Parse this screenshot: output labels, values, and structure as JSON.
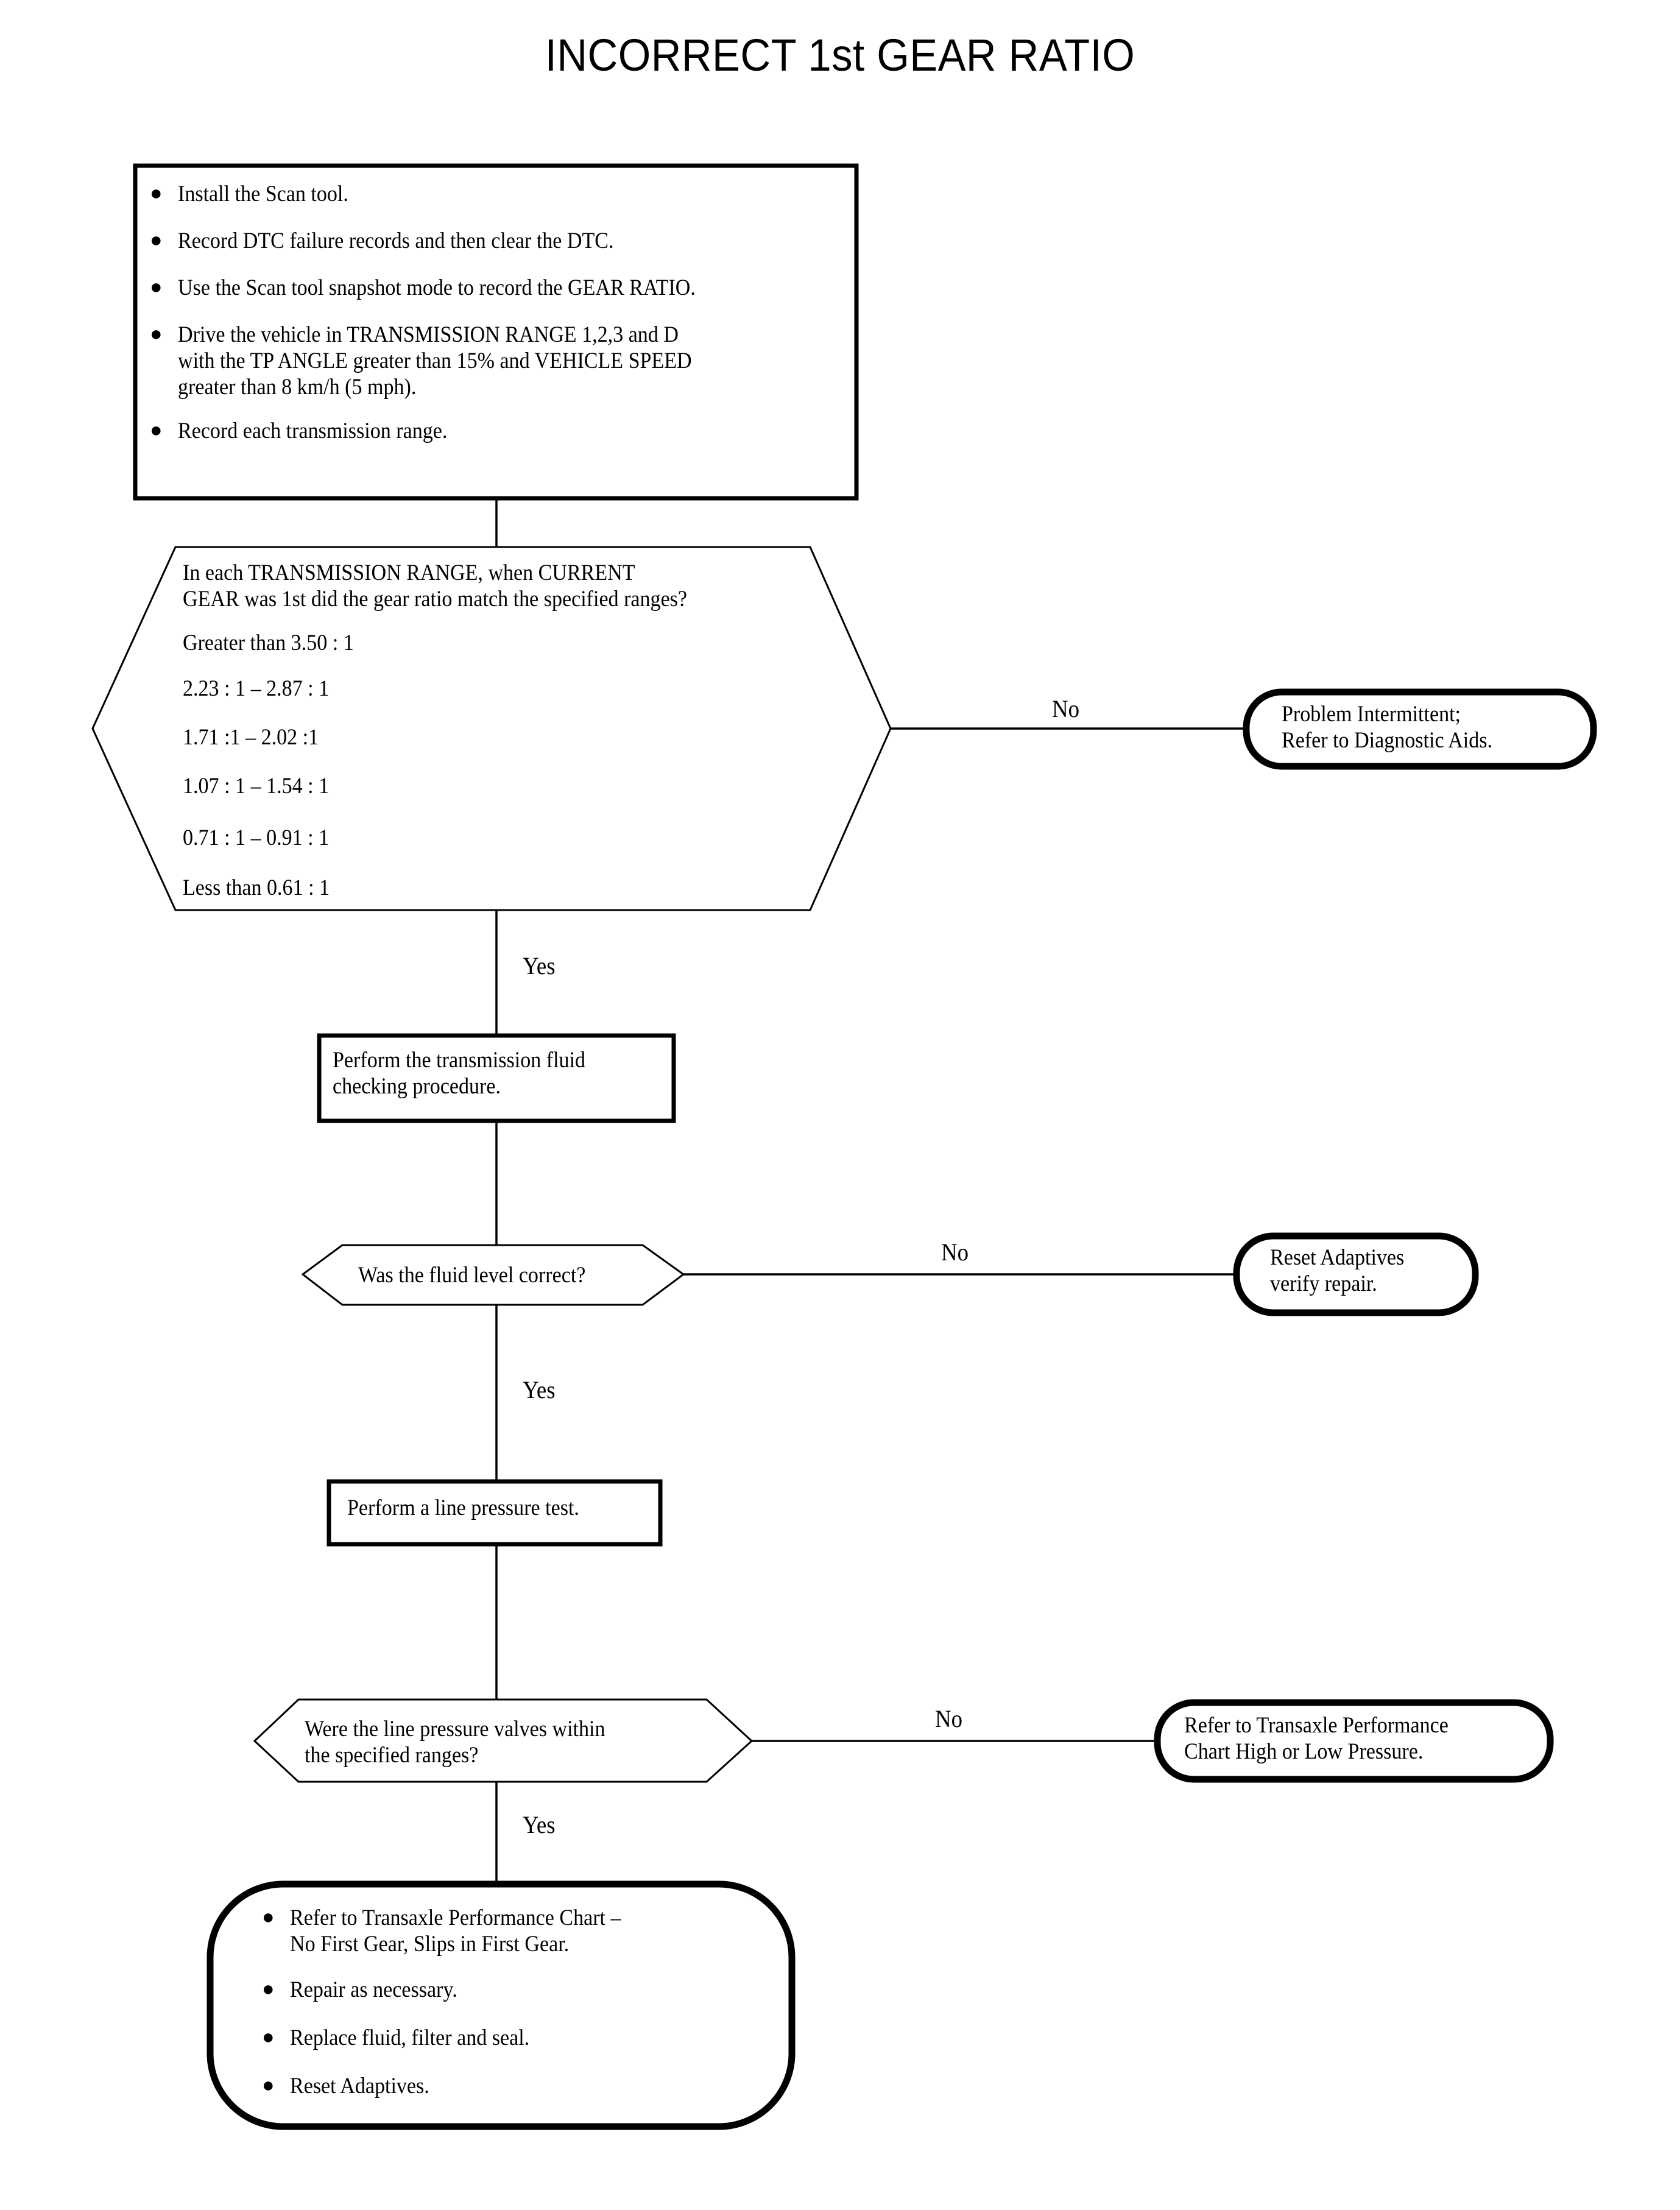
{
  "title": "INCORRECT 1st GEAR RATIO",
  "nodes": {
    "setup_box": {
      "type": "process-box",
      "bullets": [
        "Install the Scan tool.",
        "Record DTC failure records and then clear the DTC.",
        "Use the Scan tool snapshot mode to record the GEAR RATIO.",
        "Drive the vehicle in TRANSMISSION RANGE 1,2,3 and D\nwith the TP ANGLE greater than 15% and VEHICLE SPEED\ngreater than 8 km/h (5 mph).",
        "Record each transmission range."
      ]
    },
    "gear_ratio_decision": {
      "type": "hexagon-decision",
      "question": "In each TRANSMISSION RANGE, when CURRENT\nGEAR was 1st did the gear ratio match the specified ranges?",
      "ranges": [
        "Greater than 3.50 : 1",
        "2.23 : 1 – 2.87 : 1",
        "1.71 :1 – 2.02 :1",
        "1.07 : 1 – 1.54 : 1",
        "0.71 : 1 – 0.91 : 1",
        "Less than 0.61 : 1"
      ]
    },
    "problem_intermittent": {
      "type": "terminator",
      "text": "Problem Intermittent;\nRefer to Diagnostic Aids."
    },
    "fluid_check_box": {
      "type": "process-box",
      "text": "Perform the transmission fluid\nchecking procedure."
    },
    "fluid_level_decision": {
      "type": "hexagon-decision",
      "question": "Was the fluid level correct?"
    },
    "reset_adaptives": {
      "type": "terminator",
      "text": "Reset Adaptives\nverify repair."
    },
    "line_pressure_box": {
      "type": "process-box",
      "text": "Perform a line pressure test."
    },
    "line_pressure_decision": {
      "type": "hexagon-decision",
      "question": "Were the line pressure valves within\nthe specified ranges?"
    },
    "transaxle_pressure_ref": {
      "type": "terminator",
      "text": "Refer to Transaxle Performance\nChart High or Low Pressure."
    },
    "final_actions": {
      "type": "terminator",
      "bullets": [
        "Refer to Transaxle Performance Chart –\nNo First Gear, Slips in First Gear.",
        "Repair as necessary.",
        "Replace fluid, filter and seal.",
        "Reset Adaptives."
      ]
    }
  },
  "edge_labels": {
    "no_1": "No",
    "yes_1": "Yes",
    "no_2": "No",
    "yes_2": "Yes",
    "no_3": "No",
    "yes_3": "Yes"
  },
  "colors": {
    "ink": "#000000",
    "paper": "#ffffff"
  }
}
